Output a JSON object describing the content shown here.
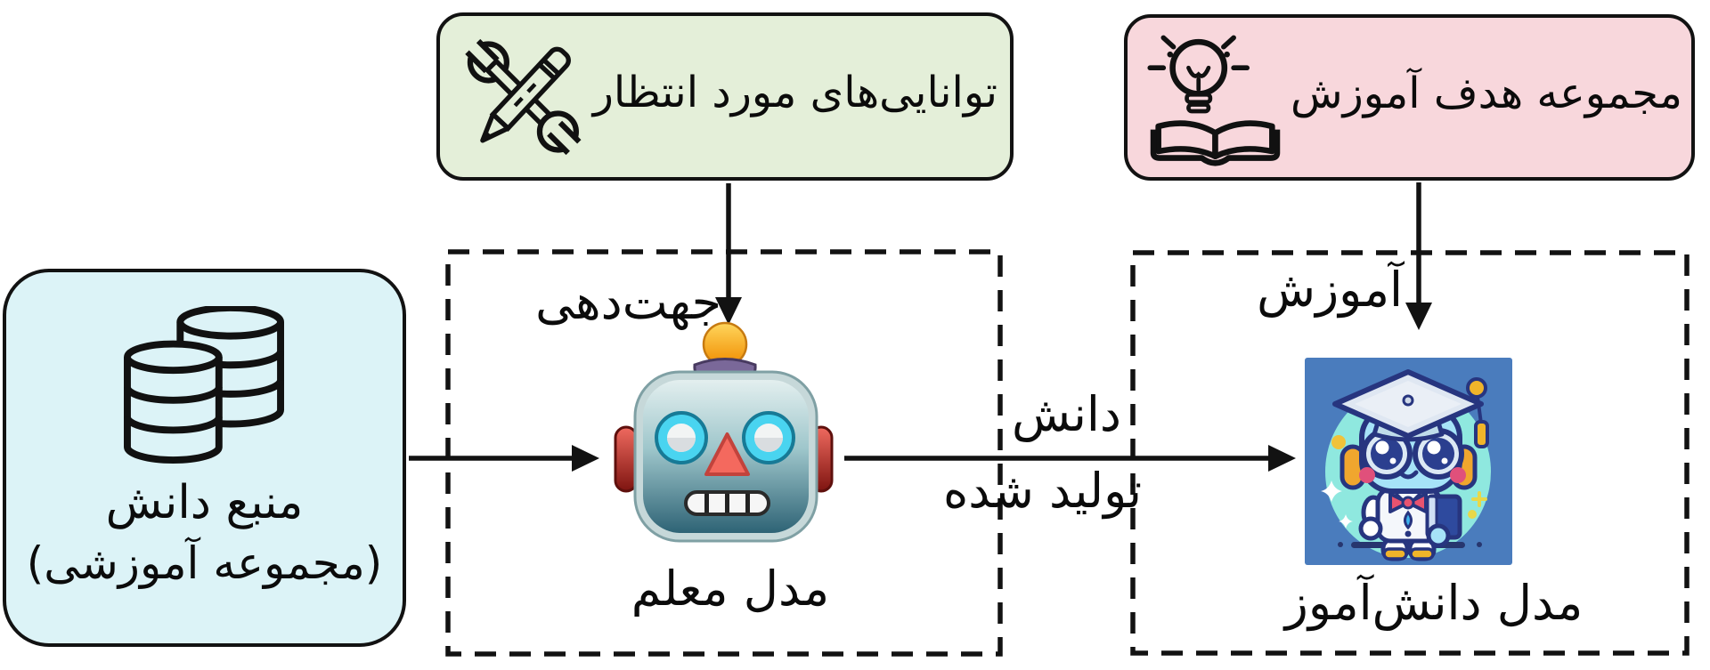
{
  "colors": {
    "background": "#ffffff",
    "line_color": "#121212",
    "capabilities_box_bg": "#e4efd9",
    "target_box_bg": "#f8d7dc",
    "source_box_bg": "#dcf3f7",
    "student_image_bg": "#4a7cbd",
    "teacher_robot_face": "#7ba8b0",
    "student_robot_body": "#a6e3f8"
  },
  "capabilities_box": {
    "label": "توانایی‌های مورد انتظار",
    "icon": "wrench-pencil-icon"
  },
  "target_box": {
    "label": "مجموعه هدف آموزش",
    "icon": "lightbulb-book-icon"
  },
  "source_box": {
    "line1": "منبع دانش",
    "line2": "(مجموعه آموزشی)",
    "icon": "database-icon"
  },
  "teacher_box": {
    "title": "مدل معلم",
    "incoming_label": "جهت‌دهی",
    "icon": "teacher-robot-icon"
  },
  "student_box": {
    "title": "مدل دانش‌آموز",
    "incoming_label": "آموزش",
    "icon": "student-robot-icon"
  },
  "knowledge_arrow": {
    "line1": "دانش",
    "line2": "تولید شده"
  }
}
